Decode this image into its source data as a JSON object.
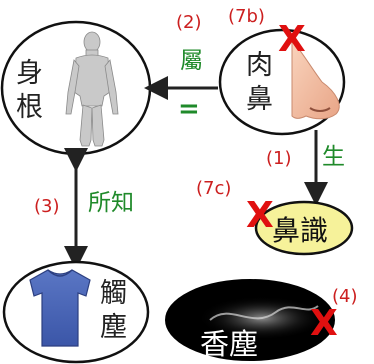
{
  "nodes": {
    "body_root": {
      "chars": [
        "身",
        "根"
      ]
    },
    "nose": {
      "chars": [
        "肉",
        "鼻"
      ]
    },
    "nose_consciousness": {
      "text": "鼻識"
    },
    "touch_object": {
      "chars": [
        "觸",
        "塵"
      ]
    },
    "smell_object": {
      "text": "香塵"
    }
  },
  "labels": {
    "n2": "(2)",
    "n7b": "(7b)",
    "belongs": "屬",
    "equals": "=",
    "n1": "(1)",
    "arises": "生",
    "n7c": "(7c)",
    "n3": "(3)",
    "cognized": "所知",
    "n4": "(4)"
  },
  "marks": {
    "cross": "X"
  },
  "colors": {
    "label_red": "#cc1f1f",
    "label_green": "#1f8a2a",
    "cross_red": "#e01010",
    "yellow_fill": "#f6f29a",
    "dark_oval": "#000000"
  }
}
